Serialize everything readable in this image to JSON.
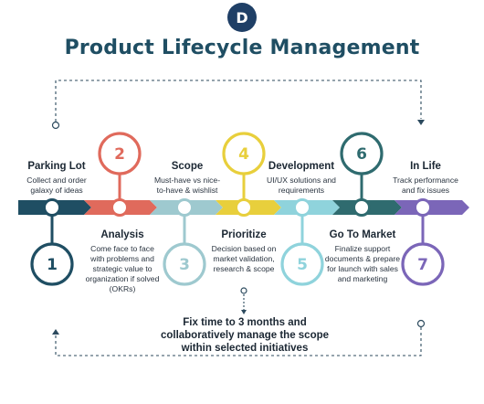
{
  "header": {
    "logo_letter": "D",
    "title": "Product Lifecycle Management"
  },
  "stages": [
    {
      "number": "1",
      "title": "Parking Lot",
      "description": "Collect and order galaxy of ideas",
      "color": "#1f4e63"
    },
    {
      "number": "2",
      "title": "Analysis",
      "description": "Come face to face with problems and strategic value to organization if solved (OKRs)",
      "color": "#e06a5c"
    },
    {
      "number": "3",
      "title": "Scope",
      "description": "Must-have vs nice-to-have & wishlist",
      "color": "#9ec9cf"
    },
    {
      "number": "4",
      "title": "Prioritize",
      "description": "Decision based on market validation, research & scope",
      "color": "#e8cf3c"
    },
    {
      "number": "5",
      "title": "Development",
      "description": "UI/UX solutions and requirements",
      "color": "#8fd3dc"
    },
    {
      "number": "6",
      "title": "Go To Market",
      "description": "Finalize support documents & prepare for launch with sales and marketing",
      "color": "#2f6b6f"
    },
    {
      "number": "7",
      "title": "In Life",
      "description": "Track performance and fix issues",
      "color": "#7b66b8"
    }
  ],
  "footer_note": "Fix time to 3 months and collaboratively manage the scope within selected initiatives",
  "colors": {
    "title": "#1f4e63",
    "logo": "#1f3f66",
    "dashed_line": "#2c4a5e"
  }
}
